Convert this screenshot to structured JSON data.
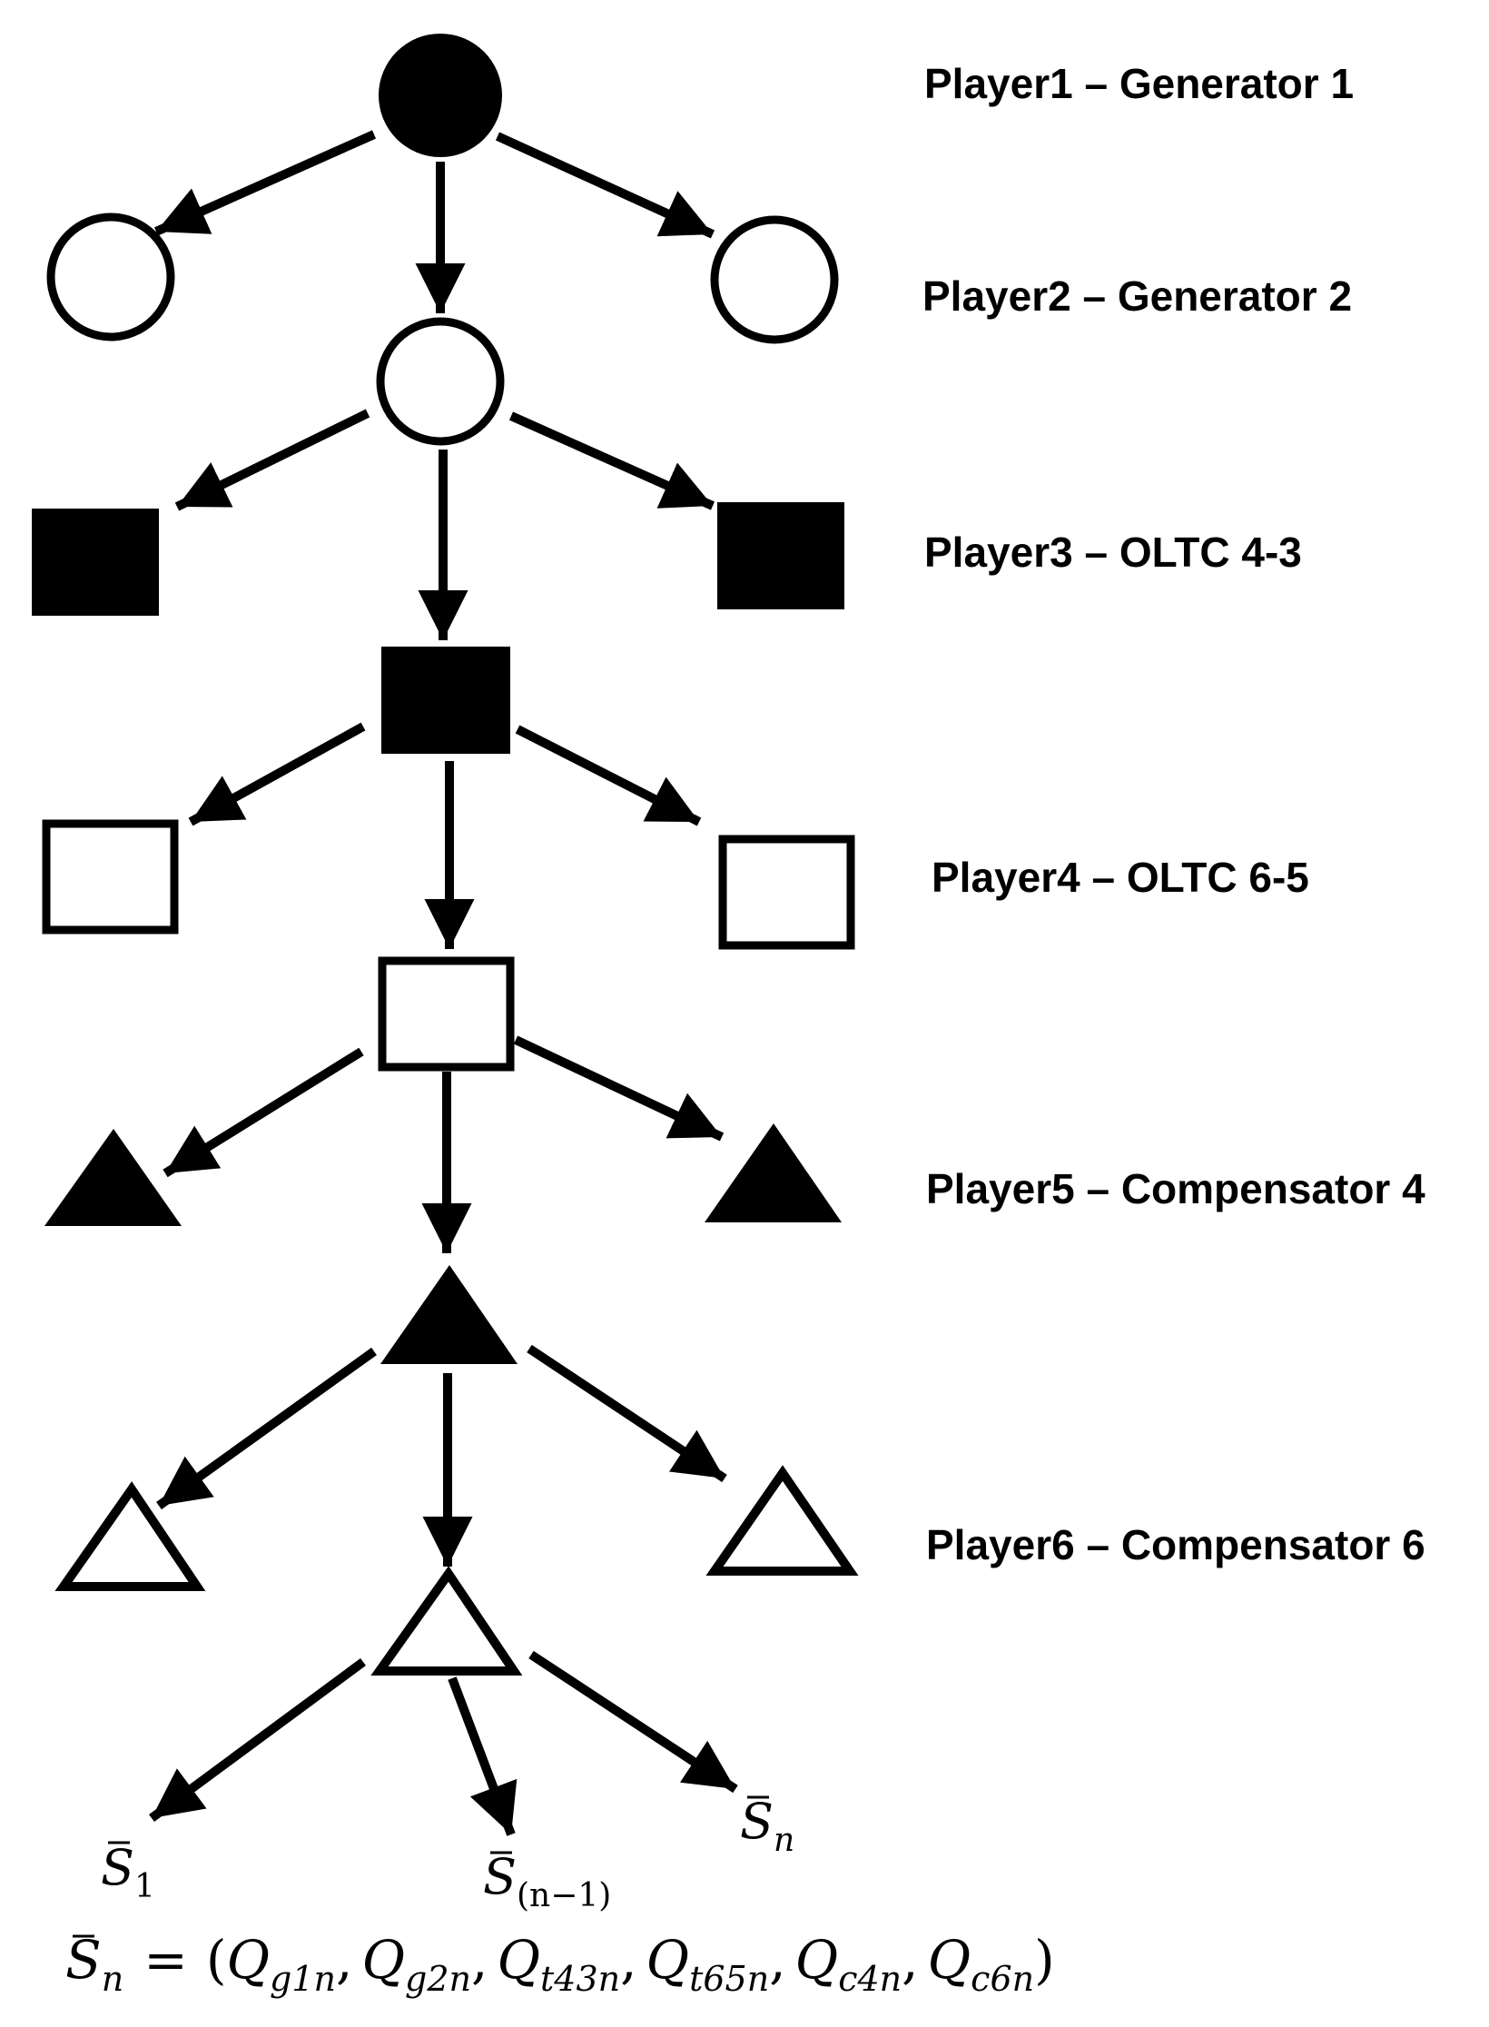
{
  "players": [
    {
      "label": "Player1 – Generator 1"
    },
    {
      "label": "Player2 – Generator 2"
    },
    {
      "label": "Player3 – OLTC 4-3"
    },
    {
      "label": "Player4 – OLTC 6-5"
    },
    {
      "label": "Player5 – Compensator 4"
    },
    {
      "label": "Player6 – Compensator 6"
    }
  ],
  "outcomes": {
    "first": {
      "symbol": "S",
      "sub": "1"
    },
    "middle": {
      "symbol": "S",
      "sub": "(n−1)"
    },
    "last": {
      "symbol": "S",
      "sub": "n"
    }
  },
  "formula": {
    "lhs_symbol": "S",
    "lhs_sub": "n",
    "equals": "=",
    "open_paren": "(",
    "close_paren": ")",
    "terms": [
      {
        "symbol": "Q",
        "sub": "g1n"
      },
      {
        "symbol": "Q",
        "sub": "g2n"
      },
      {
        "symbol": "Q",
        "sub": "t43n"
      },
      {
        "symbol": "Q",
        "sub": "t65n"
      },
      {
        "symbol": "Q",
        "sub": "c4n"
      },
      {
        "symbol": "Q",
        "sub": "c6n"
      }
    ]
  },
  "colors": {
    "ink": "#000000",
    "background": "#ffffff"
  }
}
